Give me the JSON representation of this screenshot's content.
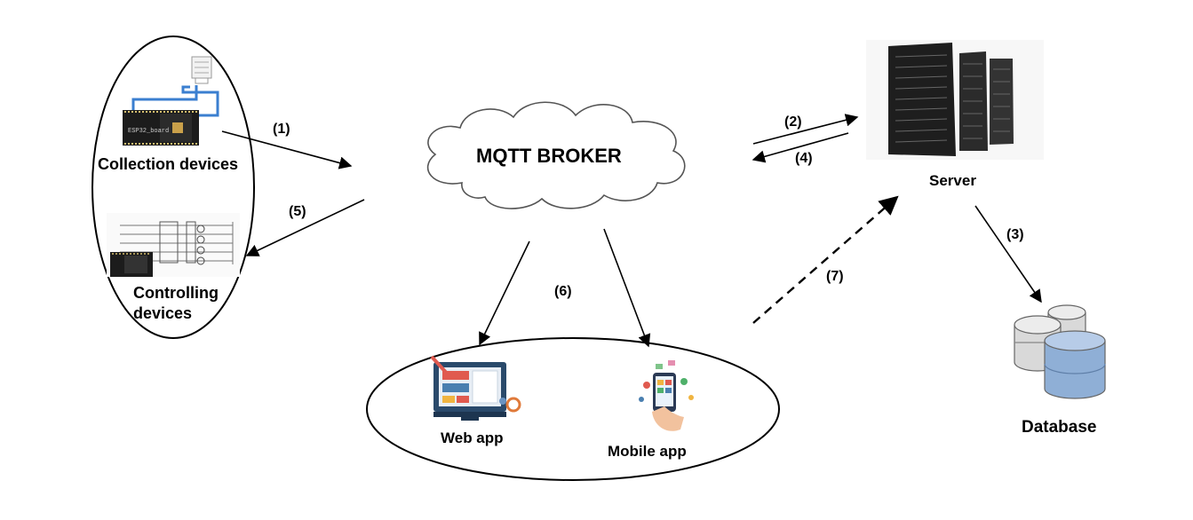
{
  "nodes": {
    "broker": "MQTT BROKER",
    "collection": "Collection devices",
    "controlling_line1": "Controlling",
    "controlling_line2": "devices",
    "server": "Server",
    "database": "Database",
    "web_app": "Web app",
    "mobile_app": "Mobile app",
    "board_label": "ESP32_board"
  },
  "steps": {
    "s1": "(1)",
    "s2": "(2)",
    "s3": "(3)",
    "s4": "(4)",
    "s5": "(5)",
    "s6": "(6)",
    "s7": "(7)"
  },
  "colors": {
    "wire": "#3b7fd0",
    "board": "#1c1c1c",
    "server_dark": "#1e1e1e",
    "db_gray": "#d9d9d9",
    "db_blue": "#8fafd6",
    "web_accent": "#e05a4f",
    "line": "#000000"
  },
  "icons": [
    "sensor-board-icon",
    "relay-circuit-icon",
    "server-rack-icon",
    "database-icon",
    "web-app-icon",
    "mobile-app-icon"
  ]
}
